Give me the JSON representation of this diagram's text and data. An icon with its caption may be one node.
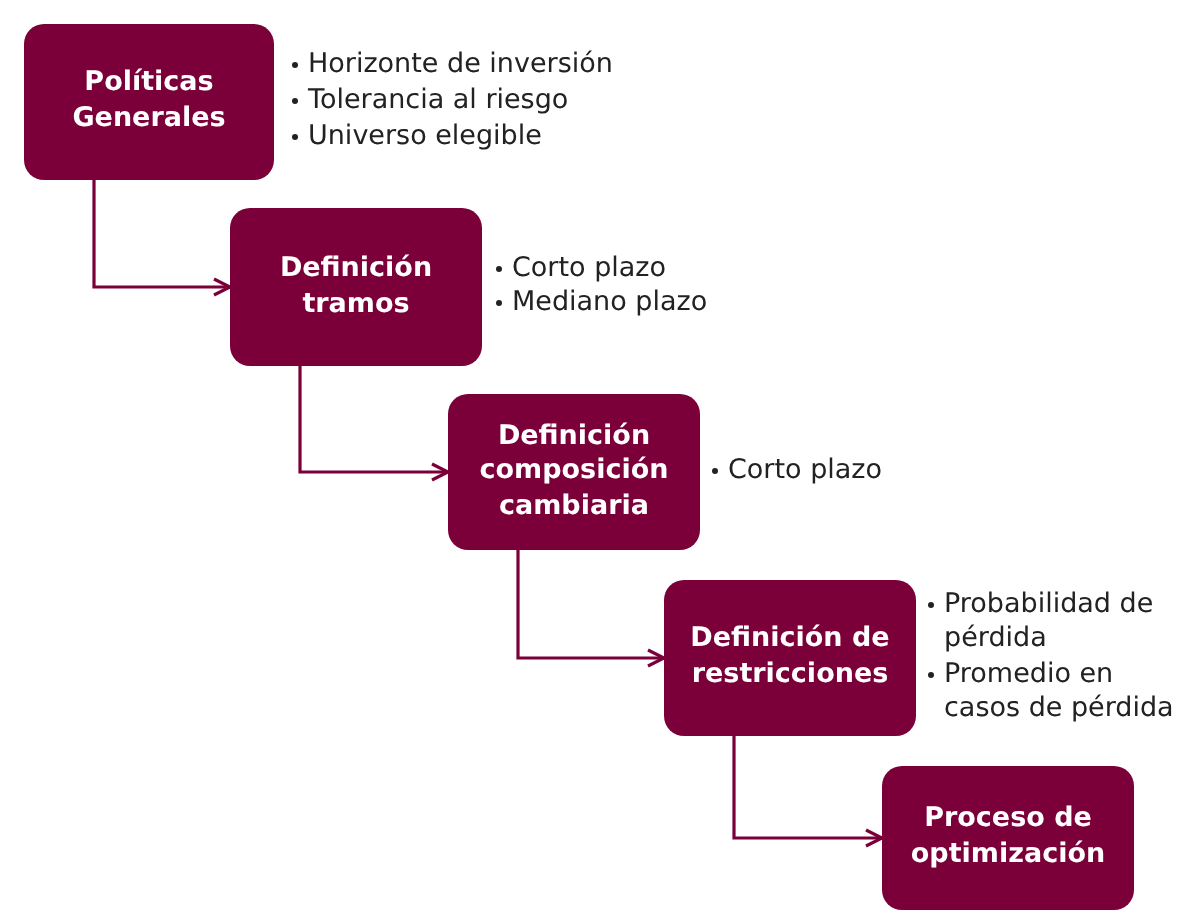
{
  "diagram": {
    "nodes": [
      {
        "text": [
          "Políticas Generales"
        ],
        "beside": [
          "Horizonte de inversión",
          "Tolerancia al riesgo",
          "Universo elegible"
        ]
      },
      {
        "text": [
          "Definición tramos"
        ],
        "beside": [
          "Corto plazo",
          "Mediano plazo"
        ]
      },
      {
        "text": [
          "Definición composición cambiaria"
        ],
        "beside": [
          "Corto plazo"
        ]
      },
      {
        "text": [
          "Definición de restricciones"
        ],
        "beside": [
          "Probabilidad de pérdida",
          "Promedio en casos de pérdida"
        ]
      },
      {
        "text": [
          "Proceso de optimización"
        ]
      }
    ],
    "edges": [
      {
        "from": 0,
        "to": 1,
        "arrow": "to"
      },
      {
        "from": 1,
        "to": 2,
        "arrow": "to"
      },
      {
        "from": 2,
        "to": 3,
        "arrow": "to"
      },
      {
        "from": 3,
        "to": 4,
        "arrow": "to"
      }
    ]
  }
}
